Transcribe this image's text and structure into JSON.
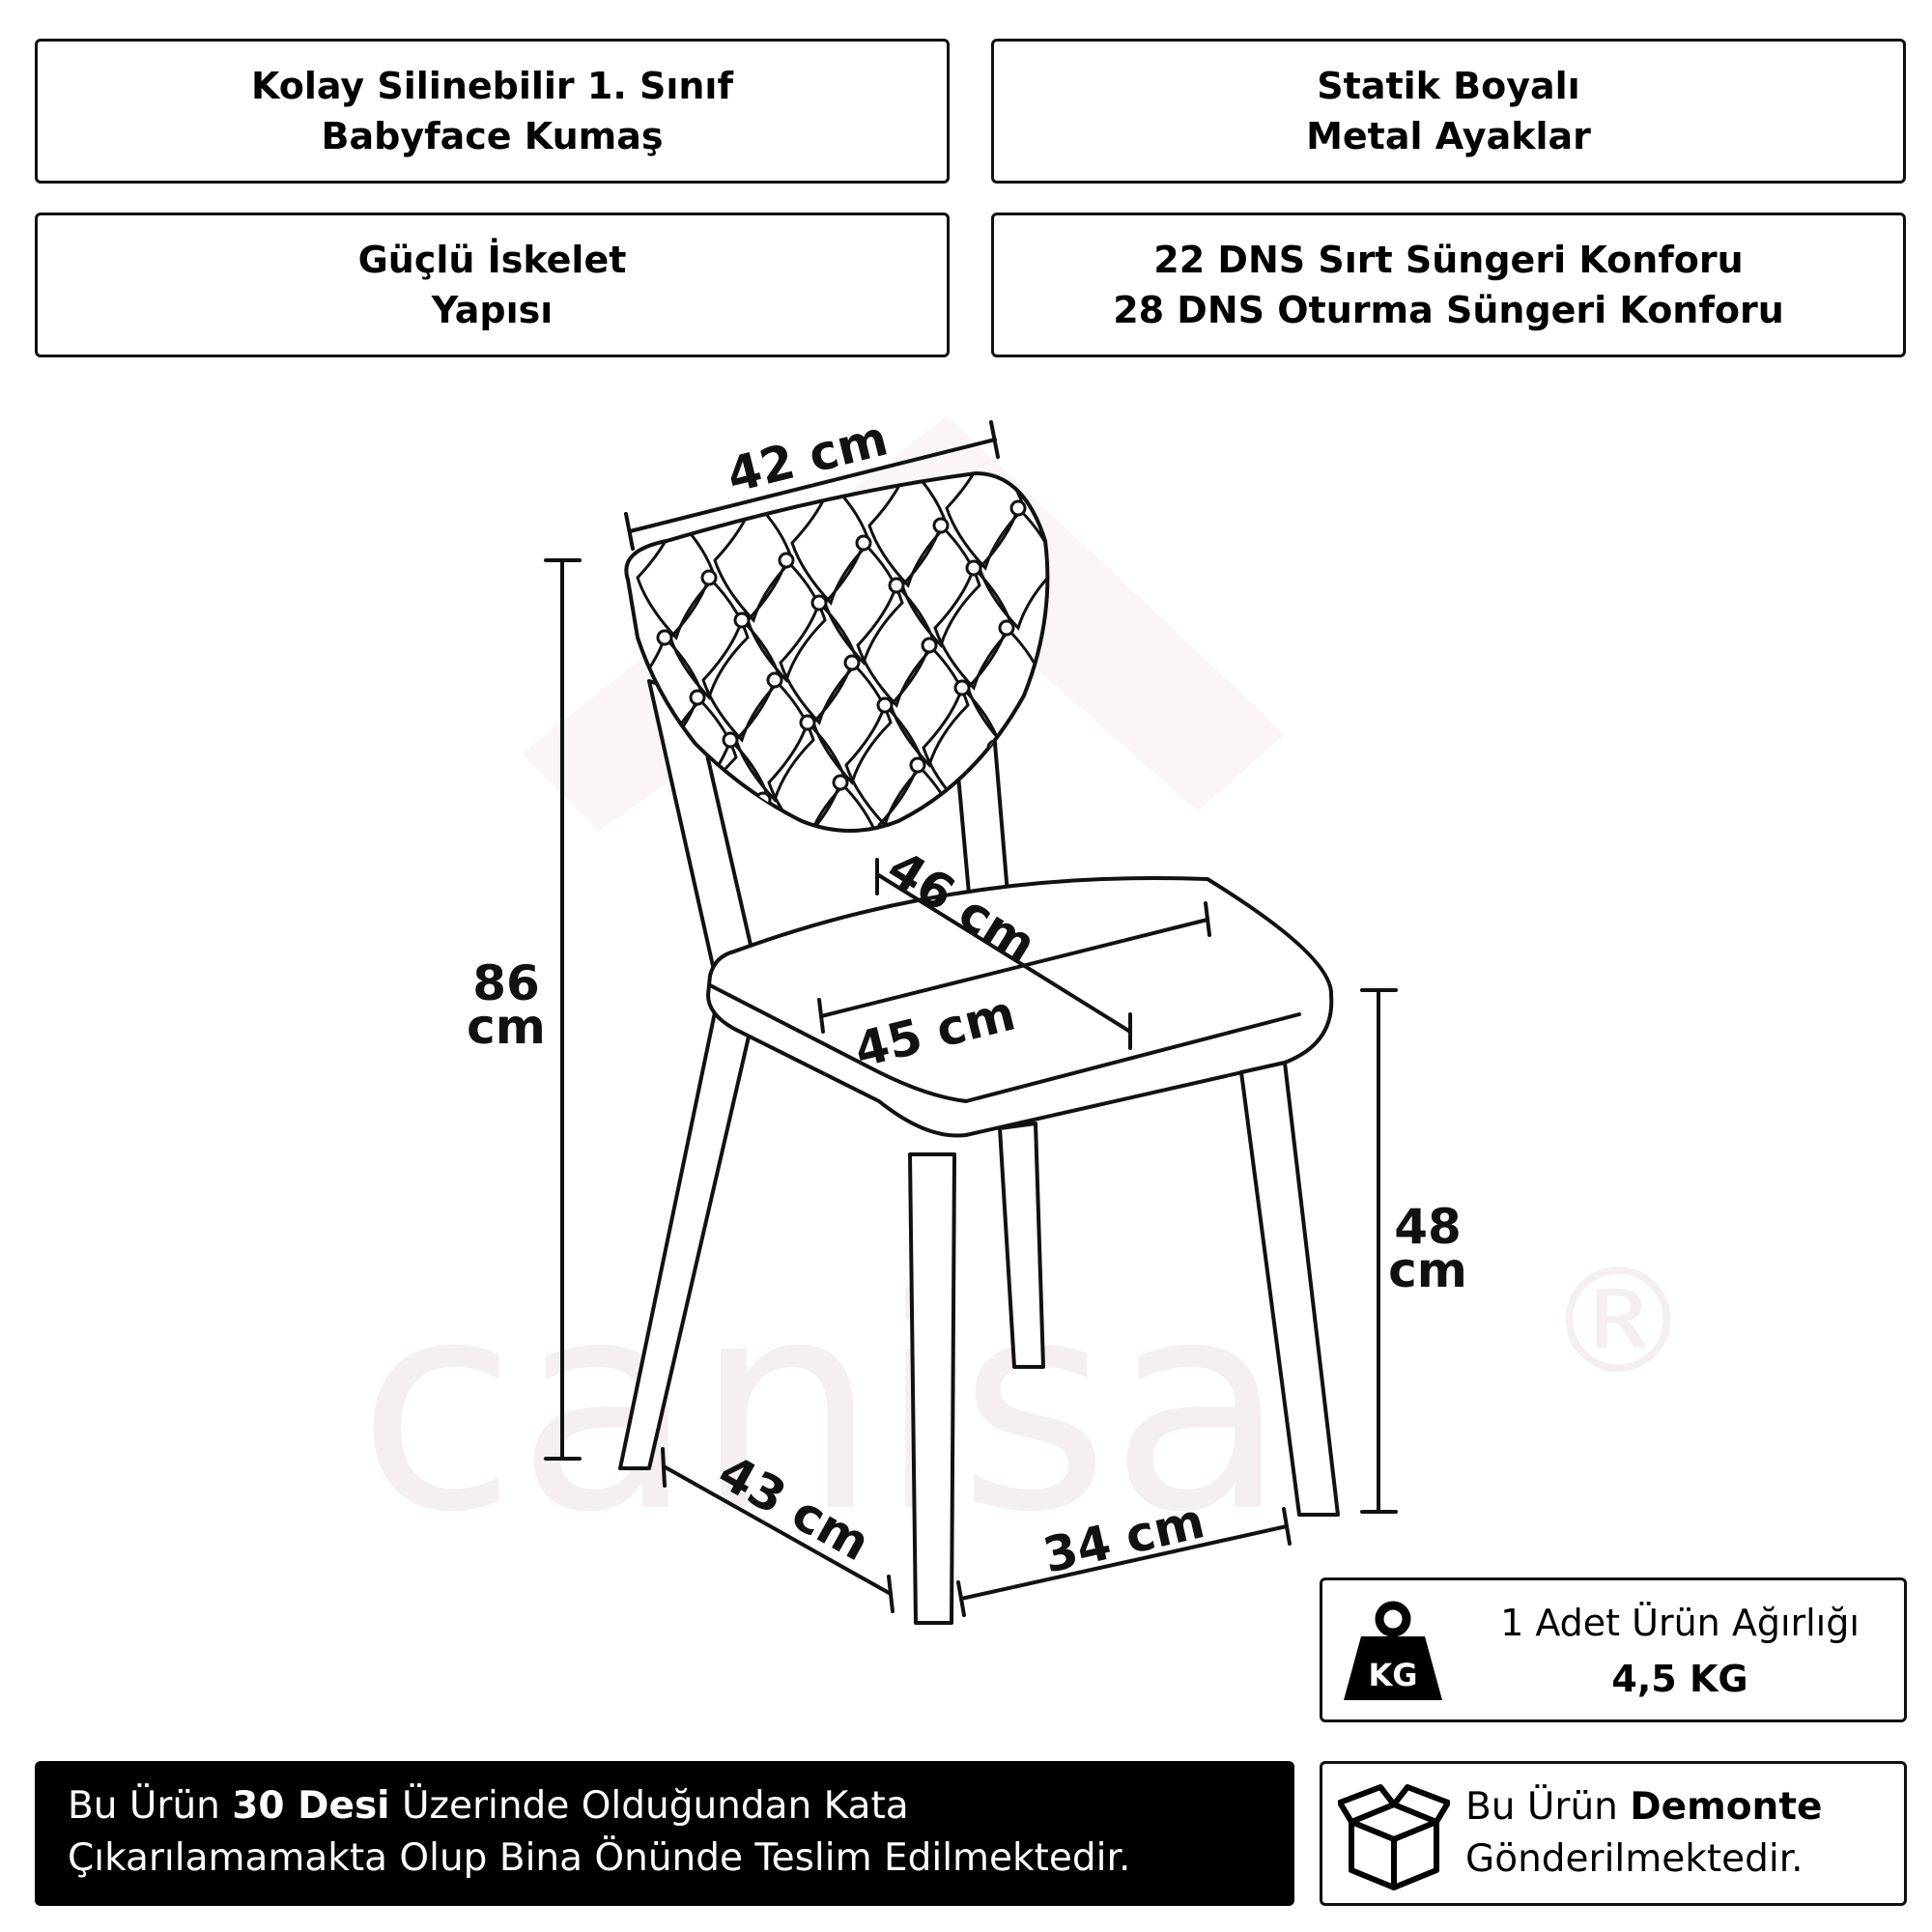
{
  "features": [
    {
      "line1": "Kolay Silinebilir 1. Sınıf",
      "line2": "Babyface Kumaş"
    },
    {
      "line1": "Statik Boyalı",
      "line2": "Metal Ayaklar"
    },
    {
      "line1": "Güçlü İskelet",
      "line2": "Yapısı"
    },
    {
      "line1": "22 DNS Sırt Süngeri Konforu",
      "line2": "28 DNS Oturma Süngeri Konforu"
    }
  ],
  "dimensions": {
    "back_width": "42 cm",
    "total_height_value": "86",
    "total_height_unit": "cm",
    "seat_depth": "46 cm",
    "seat_width": "45 cm",
    "seat_height_value": "48",
    "seat_height_unit": "cm",
    "leg_depth": "43 cm",
    "leg_width": "34 cm"
  },
  "watermark": {
    "brand": "canisa",
    "mark": "®"
  },
  "weight": {
    "title": "1 Adet Ürün Ağırlığı",
    "value": "4,5 KG",
    "icon_label": "KG",
    "icon": "weight-kg-icon"
  },
  "notice": {
    "prefix": "Bu Ürün ",
    "highlight": "30 Desi",
    "suffix": " Üzerinde Olduğundan Kata",
    "line2": "Çıkarılamamakta Olup Bina Önünde Teslim Edilmektedir."
  },
  "demonte": {
    "prefix": "Bu Ürün ",
    "highlight": "Demonte",
    "line2": "Gönderilmektedir.",
    "icon": "box-icon"
  }
}
